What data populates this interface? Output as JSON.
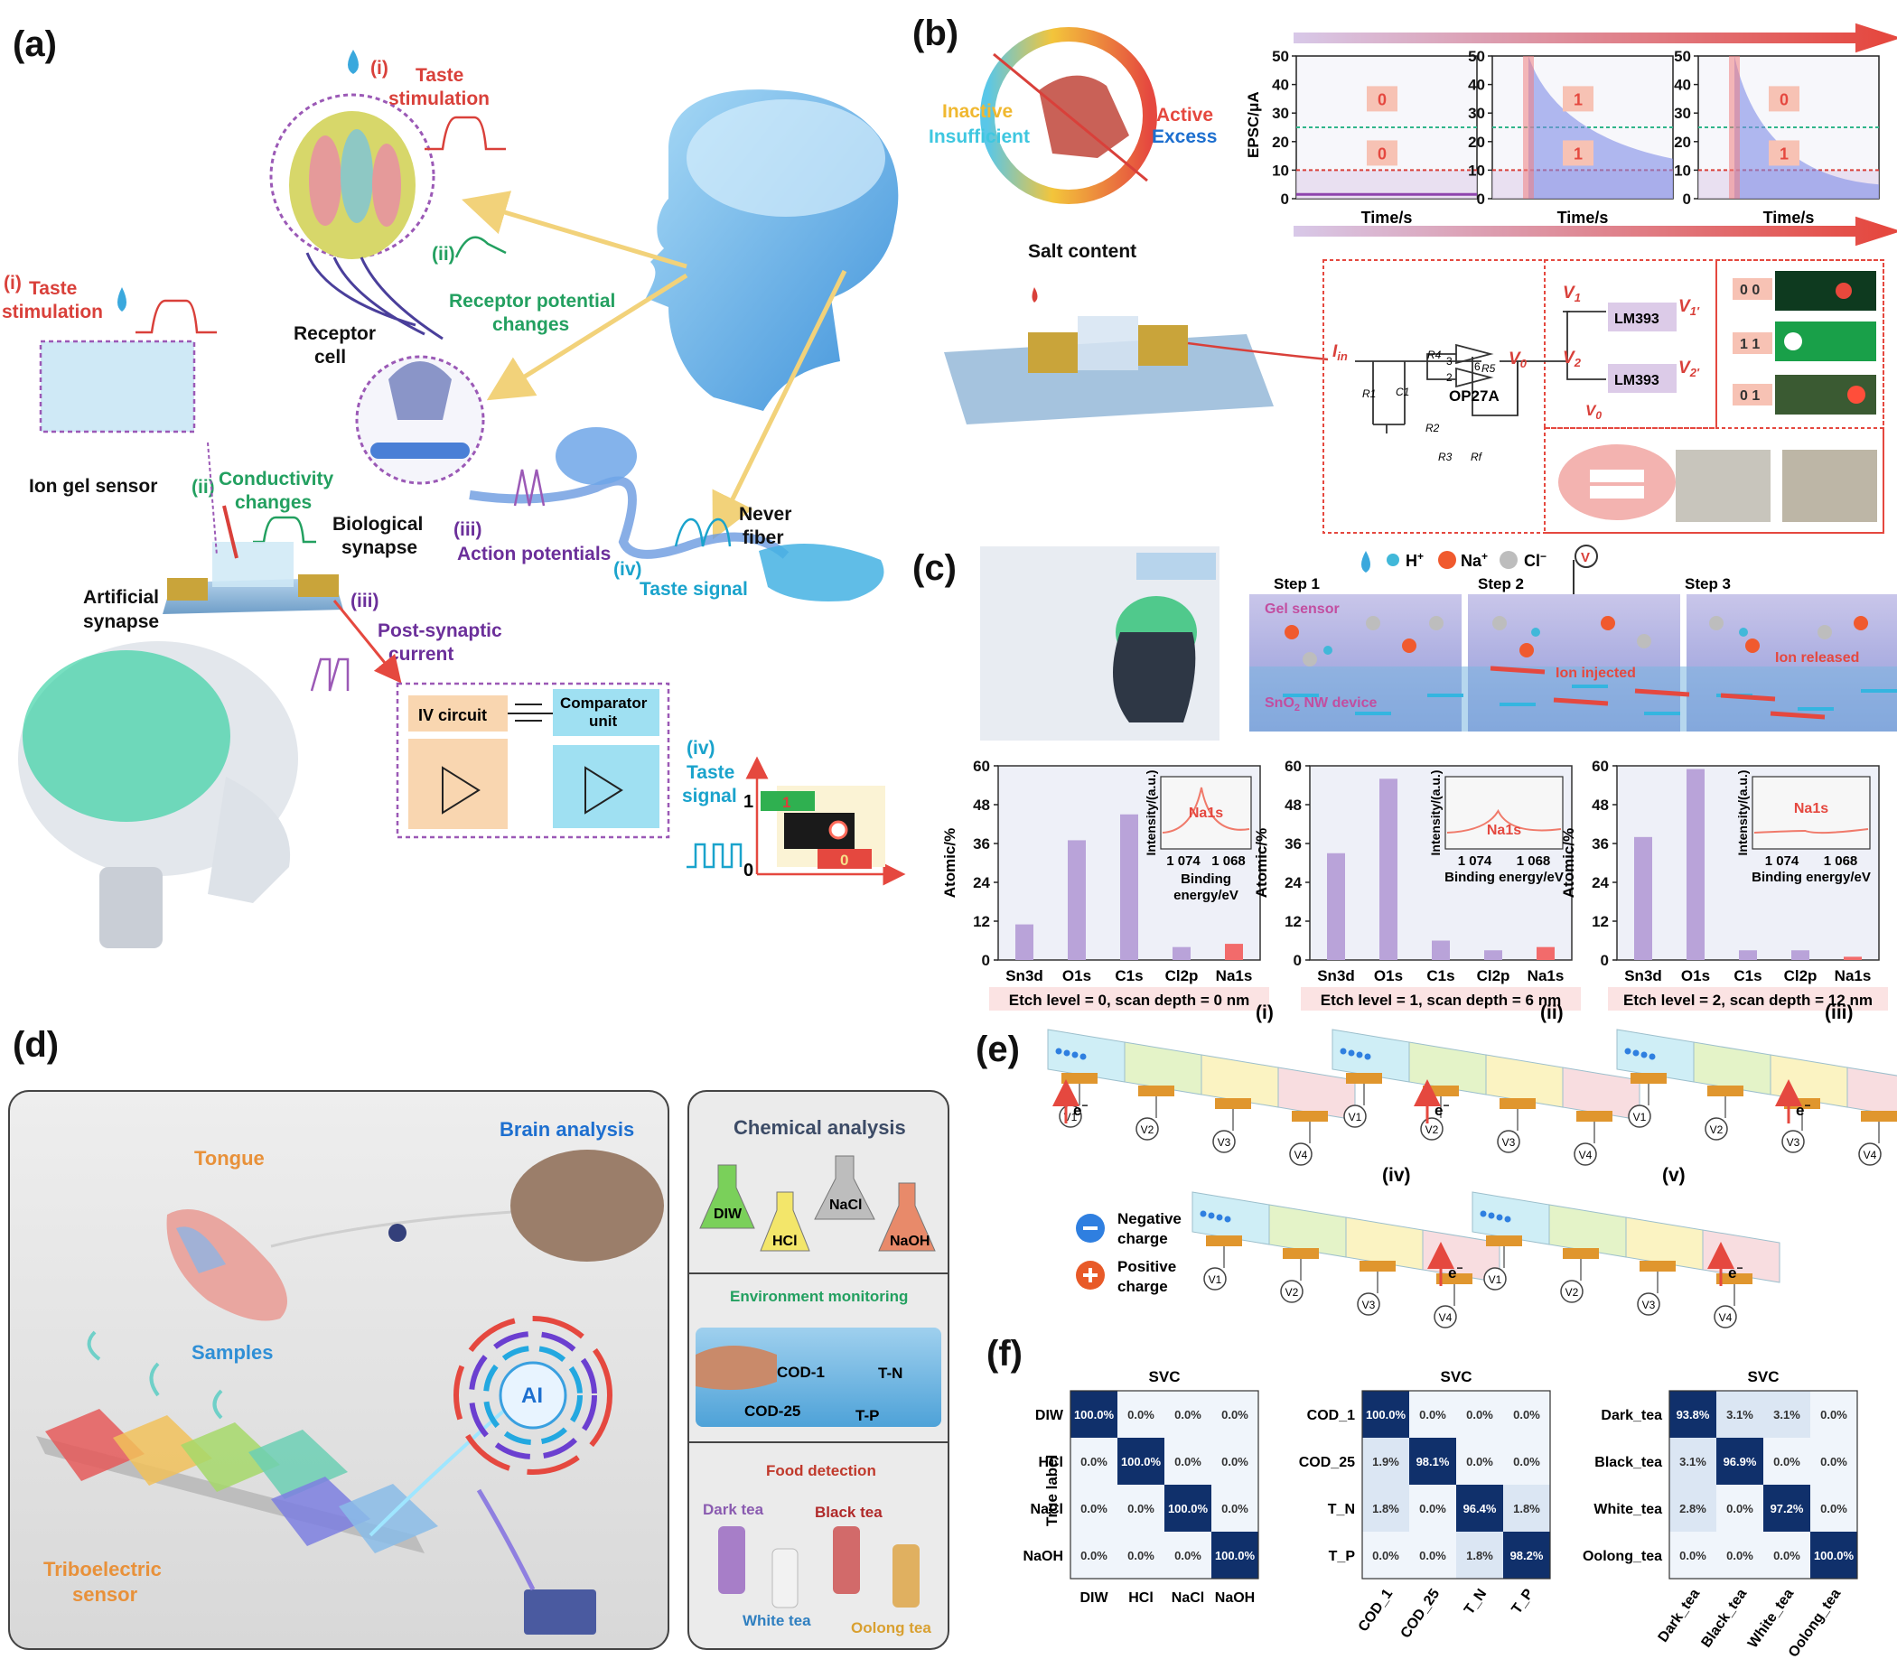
{
  "panel_letters": {
    "a": "(a)",
    "b": "(b)",
    "c": "(c)",
    "d": "(d)",
    "e": "(e)",
    "f": "(f)"
  },
  "panel_a": {
    "taste_stim_left_idx": "(i)",
    "taste_stim_left": [
      "Taste",
      "stimulation"
    ],
    "taste_stim_top_idx": "(i)",
    "taste_stim_top": [
      "Taste",
      "stimulation"
    ],
    "receptor_idx": "(ii)",
    "receptor_potential": [
      "Receptor potential",
      "changes"
    ],
    "receptor_cell": [
      "Receptor",
      "cell"
    ],
    "ion_gel_sensor": "Ion gel sensor",
    "conductivity_idx": "(ii)",
    "conductivity": [
      "Conductivity",
      "changes"
    ],
    "biological_synapse": [
      "Biological",
      "synapse"
    ],
    "action_idx": "(iii)",
    "action_potentials": "Action potentials",
    "never_fiber": [
      "Never",
      "fiber"
    ],
    "taste_signal_idx": "(iv)",
    "taste_signal": "Taste signal",
    "artificial_synapse": [
      "Artificial",
      "synapse"
    ],
    "psc_idx": "(iii)",
    "post_synaptic": [
      "Post-synaptic",
      "current"
    ],
    "iv_circuit": "IV circuit",
    "comparator": [
      "Comparator",
      "unit"
    ],
    "taste_signal2_idx": "(iv)",
    "taste_signal2": [
      "Taste",
      "signal"
    ],
    "out_1": "1",
    "out_0": "0",
    "out_box_1": "1",
    "out_box_0": "0"
  },
  "panel_b": {
    "salt_inactive": "Inactive",
    "salt_insufficient": "Insufficient",
    "salt_active": "Active",
    "salt_excess": "Excess",
    "salt_content": "Salt content",
    "epsc_ylabel": "EPSC/μA",
    "time_label": "Time/s",
    "y_ticks": [
      "50",
      "40",
      "30",
      "20",
      "10",
      "0"
    ],
    "chart_codes": [
      [
        "0",
        "0"
      ],
      [
        "1",
        "1"
      ],
      [
        "0",
        "1"
      ]
    ],
    "circuit": {
      "iin": "I",
      "iin_sub": "in",
      "op": "OP27A",
      "v0": "V",
      "v0_sub": "0",
      "v1": "V",
      "v1_sub": "1",
      "v2": "V",
      "v2_sub": "2",
      "v1p": "V",
      "v1p_sub": "1′",
      "v2p": "V",
      "v2p_sub": "2′",
      "lm1": "LM393",
      "lm2": "LM393",
      "r1": "R1",
      "r2": "R2",
      "r3": "R3",
      "r4": "R4",
      "r5": "R5",
      "rf": "Rf",
      "c1": "C1",
      "n3": "3",
      "n2": "2",
      "n6": "6",
      "v0b": "V",
      "v0b_sub": "0"
    },
    "codes": [
      "0 0",
      "1 1",
      "0 1"
    ]
  },
  "panel_c": {
    "legend_h": "H",
    "legend_na": "Na",
    "legend_cl": "Cl",
    "legend_h_sup": "+",
    "legend_na_sup": "+",
    "legend_cl_sup": "−",
    "step1": "Step 1",
    "step2": "Step 2",
    "step3": "Step 3",
    "gel_sensor": "Gel sensor",
    "sno2": "SnO",
    "sno2_sub": "2",
    "sno2_rest": " NW device",
    "ion_injected": "Ion injected",
    "ion_released": "Ion released",
    "volt": "V",
    "ylabel": "Atomic/%",
    "inset_ylabel": "Intensity/(a.u.)",
    "inset_label": "Na1s",
    "inset_xticks": [
      "1 074",
      "1 068"
    ],
    "inset_xlabel": [
      "Binding",
      "energy/eV"
    ],
    "inset_xlabel_inline": "Binding energy/eV"
  },
  "panel_d": {
    "tongue": "Tongue",
    "brain_analysis": "Brain analysis",
    "samples": "Samples",
    "ai": "AI",
    "triboelectric": [
      "Triboelectric",
      "sensor"
    ],
    "chemical_analysis": "Chemical analysis",
    "diw": "DIW",
    "hcl": "HCl",
    "nacl": "NaCl",
    "naoh": "NaOH",
    "environment": "Environment monitoring",
    "cod1": "COD-1",
    "tn": "T-N",
    "cod25": "COD-25",
    "tp": "T-P",
    "food_detection": "Food detection",
    "dark_tea": "Dark tea",
    "black_tea": "Black tea",
    "white_tea": "White tea",
    "oolong_tea": "Oolong tea"
  },
  "panel_e": {
    "stages": [
      "(i)",
      "(ii)",
      "(iii)",
      "(iv)",
      "(v)"
    ],
    "electron": "e",
    "electron_sup": "−",
    "v_labels": [
      "V1",
      "V2",
      "V3",
      "V4"
    ],
    "neg_charge": [
      "Negative",
      "charge"
    ],
    "pos_charge": [
      "Positive",
      "charge"
    ]
  },
  "panel_f": {
    "title": "SVC",
    "true_label": "True label"
  },
  "chart_data": [
    {
      "type": "line",
      "id": "epsc_state_0",
      "ylabel": "EPSC/μA",
      "xlabel": "Time/s",
      "ylim": [
        0,
        50
      ],
      "y_ticks": [
        0,
        10,
        20,
        30,
        40,
        50
      ],
      "thresholds": [
        25,
        10
      ],
      "codes": [
        "0",
        "0"
      ],
      "peak": 1.5,
      "steady": 1.5
    },
    {
      "type": "line",
      "id": "epsc_state_11",
      "ylabel": "",
      "xlabel": "Time/s",
      "ylim": [
        0,
        50
      ],
      "y_ticks": [
        0,
        10,
        20,
        30,
        40,
        50
      ],
      "thresholds": [
        25,
        10
      ],
      "codes": [
        "1",
        "1"
      ],
      "peak": 50,
      "steady": 14
    },
    {
      "type": "line",
      "id": "epsc_state_01",
      "ylabel": "",
      "xlabel": "Time/s",
      "ylim": [
        0,
        50
      ],
      "y_ticks": [
        0,
        10,
        20,
        30,
        40,
        50
      ],
      "thresholds": [
        25,
        10
      ],
      "codes": [
        "0",
        "1"
      ],
      "peak": 50,
      "steady": 5
    },
    {
      "type": "bar",
      "id": "xps_etch_0",
      "title": "Etch level = 0, scan depth = 0 nm",
      "categories": [
        "Sn3d",
        "O1s",
        "C1s",
        "Cl2p",
        "Na1s"
      ],
      "values": [
        11,
        37,
        45,
        4,
        5
      ],
      "ylabel": "Atomic/%",
      "ylim": [
        0,
        60
      ],
      "y_ticks": [
        0,
        12,
        24,
        36,
        48,
        60
      ],
      "highlight": "Na1s"
    },
    {
      "type": "bar",
      "id": "xps_etch_1",
      "title": "Etch level = 1, scan depth = 6 nm",
      "categories": [
        "Sn3d",
        "O1s",
        "C1s",
        "Cl2p",
        "Na1s"
      ],
      "values": [
        33,
        56,
        6,
        3,
        4
      ],
      "ylabel": "Atomic/%",
      "ylim": [
        0,
        60
      ],
      "y_ticks": [
        0,
        12,
        24,
        36,
        48,
        60
      ],
      "highlight": "Na1s"
    },
    {
      "type": "bar",
      "id": "xps_etch_2",
      "title": "Etch level = 2, scan depth = 12 nm",
      "categories": [
        "Sn3d",
        "O1s",
        "C1s",
        "Cl2p",
        "Na1s"
      ],
      "values": [
        38,
        59,
        3,
        3,
        1
      ],
      "ylabel": "Atomic/%",
      "ylim": [
        0,
        60
      ],
      "y_ticks": [
        0,
        12,
        24,
        36,
        48,
        60
      ],
      "highlight": "Na1s"
    },
    {
      "type": "heatmap",
      "id": "svc_chemical",
      "title": "SVC",
      "ylabel": "True label",
      "labels": [
        "DIW",
        "HCl",
        "NaCl",
        "NaOH"
      ],
      "matrix": [
        [
          "100.0%",
          "0.0%",
          "0.0%",
          "0.0%"
        ],
        [
          "0.0%",
          "100.0%",
          "0.0%",
          "0.0%"
        ],
        [
          "0.0%",
          "0.0%",
          "100.0%",
          "0.0%"
        ],
        [
          "0.0%",
          "0.0%",
          "0.0%",
          "100.0%"
        ]
      ]
    },
    {
      "type": "heatmap",
      "id": "svc_environment",
      "title": "SVC",
      "labels": [
        "COD_1",
        "COD_25",
        "T_N",
        "T_P"
      ],
      "matrix": [
        [
          "100.0%",
          "0.0%",
          "0.0%",
          "0.0%"
        ],
        [
          "1.9%",
          "98.1%",
          "0.0%",
          "0.0%"
        ],
        [
          "1.8%",
          "0.0%",
          "96.4%",
          "1.8%"
        ],
        [
          "0.0%",
          "0.0%",
          "1.8%",
          "98.2%"
        ]
      ]
    },
    {
      "type": "heatmap",
      "id": "svc_tea",
      "title": "SVC",
      "labels": [
        "Dark_tea",
        "Black_tea",
        "White_tea",
        "Oolong_tea"
      ],
      "matrix": [
        [
          "93.8%",
          "3.1%",
          "3.1%",
          "0.0%"
        ],
        [
          "3.1%",
          "96.9%",
          "0.0%",
          "0.0%"
        ],
        [
          "2.8%",
          "0.0%",
          "97.2%",
          "0.0%"
        ],
        [
          "0.0%",
          "0.0%",
          "0.0%",
          "100.0%"
        ]
      ]
    }
  ]
}
